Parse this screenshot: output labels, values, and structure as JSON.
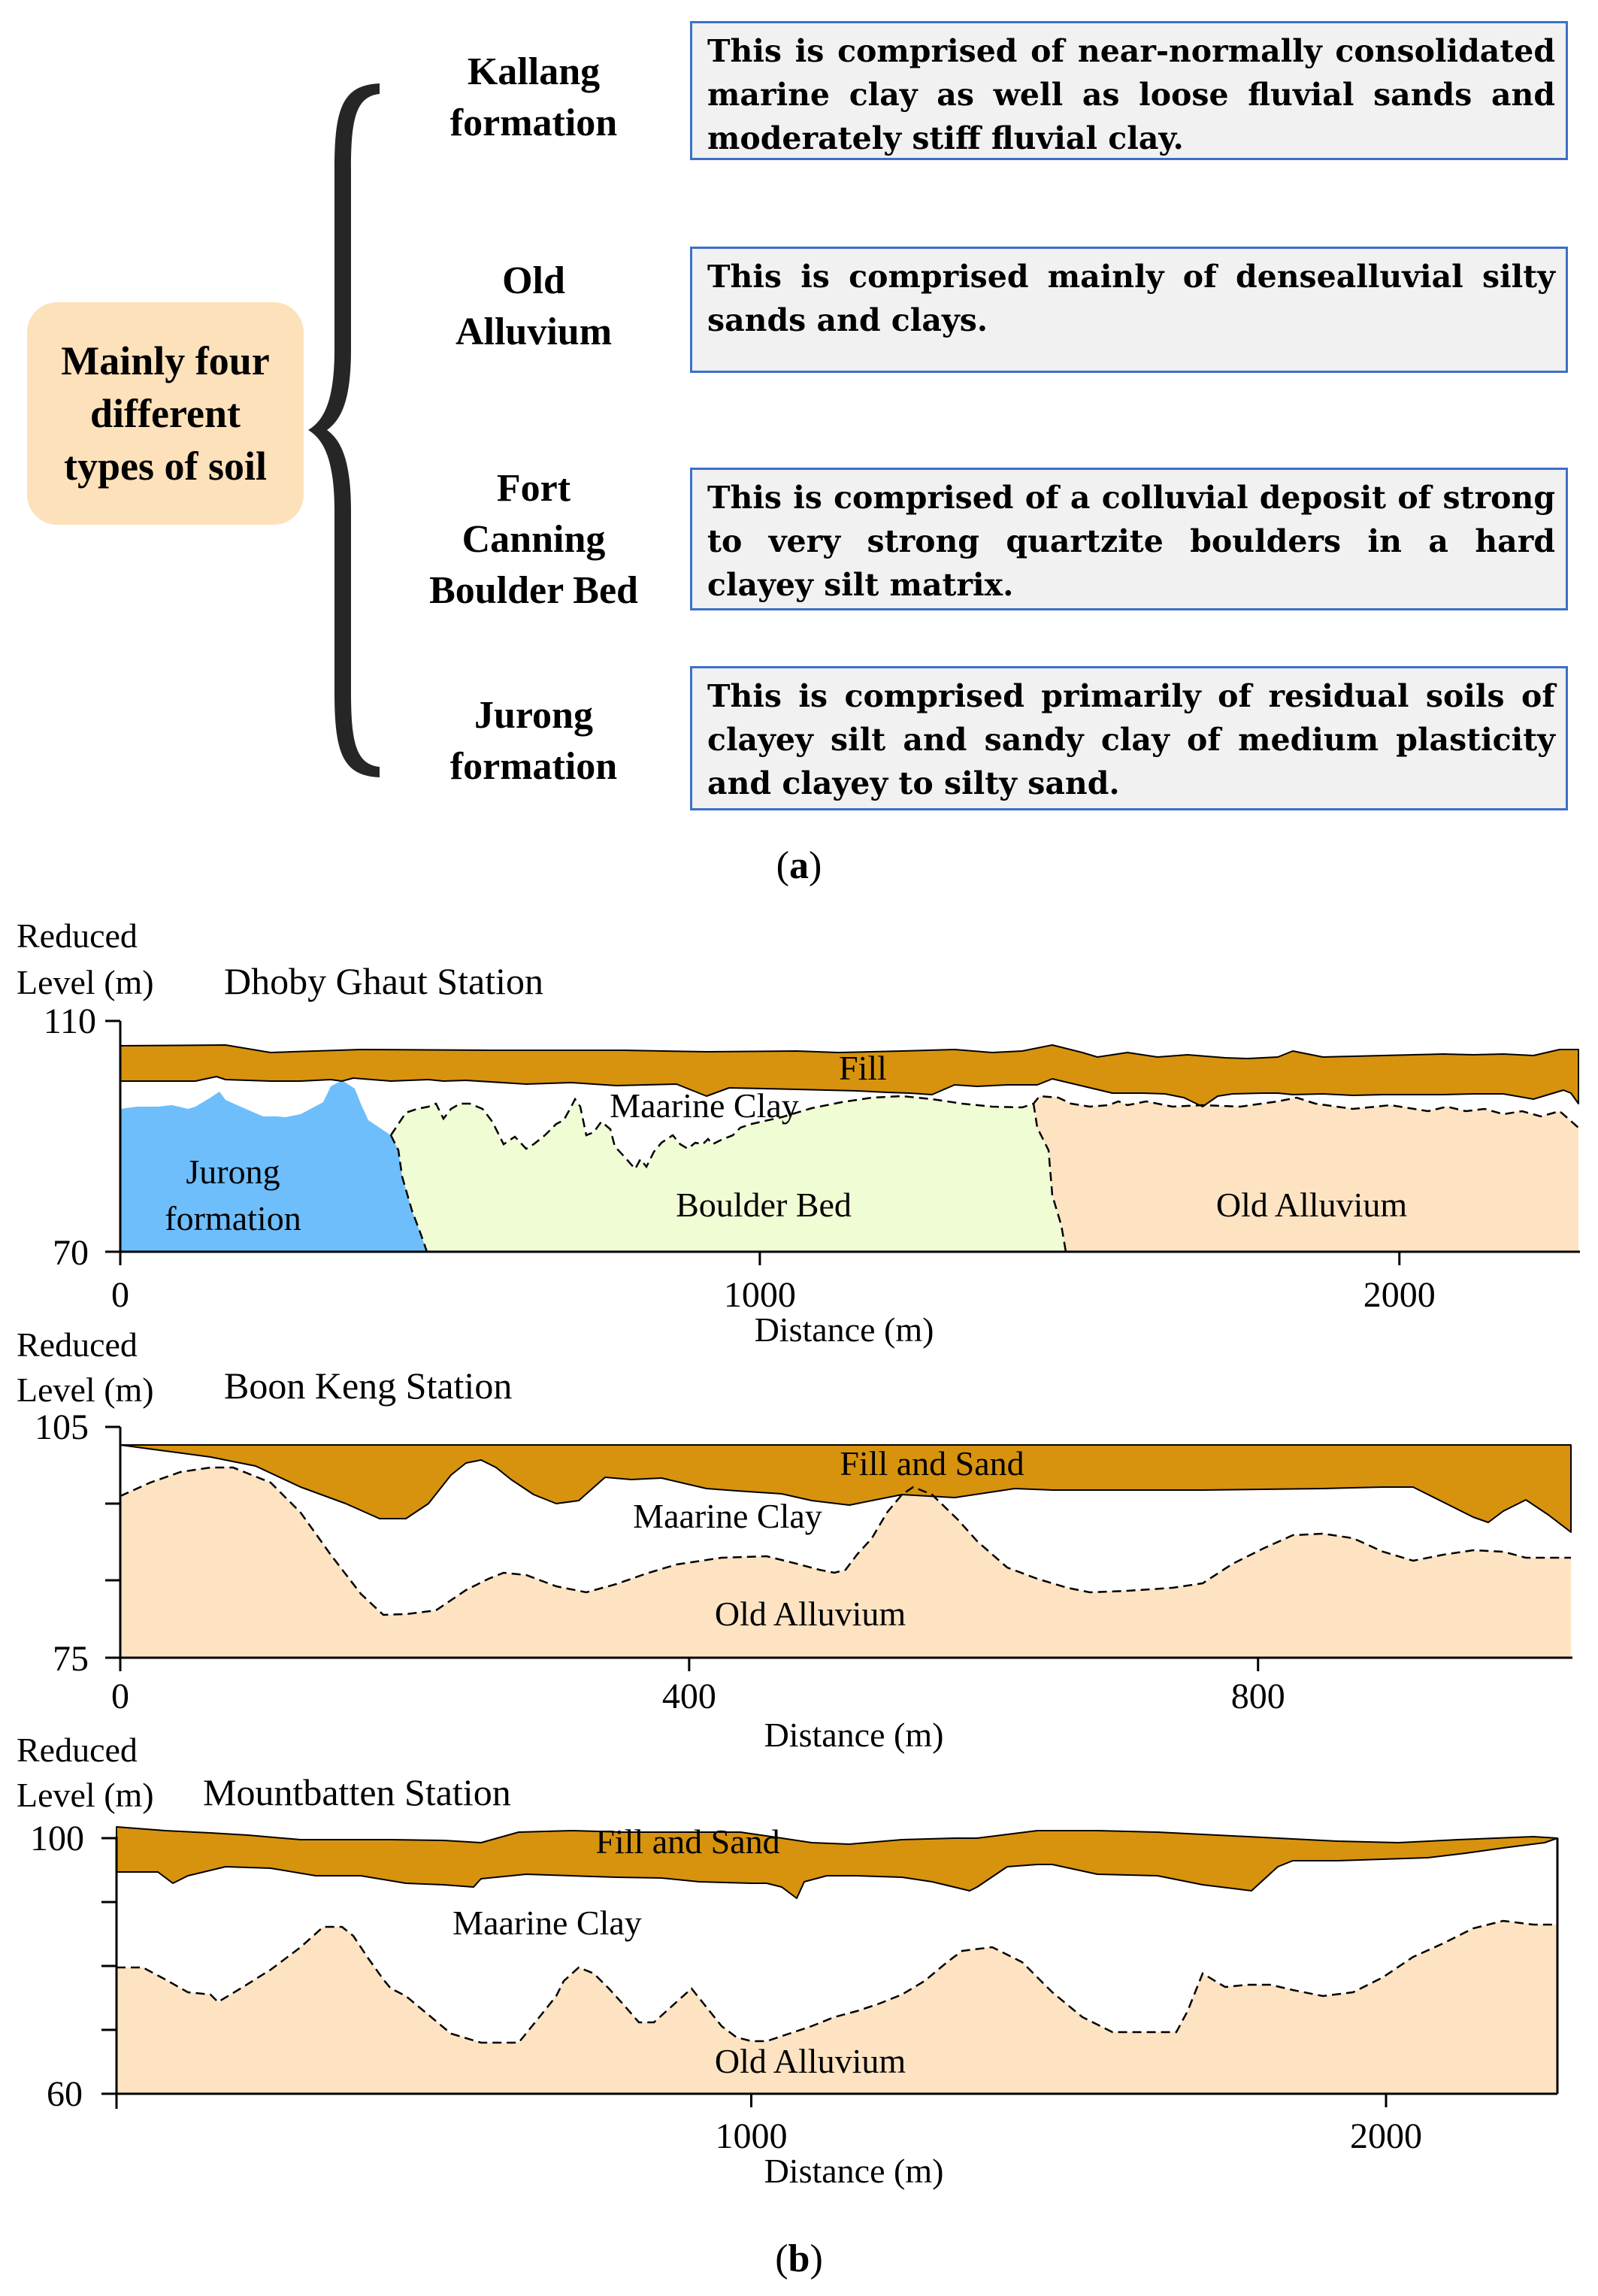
{
  "panel_a": {
    "central_label": [
      "Mainly four",
      "different",
      "types of soil"
    ],
    "formations": [
      {
        "name": [
          "Kallang",
          "formation"
        ],
        "description": "This is comprised of near-normally consolidated marine clay as well as loose fluvial sands and moderately stiff fluvial clay."
      },
      {
        "name": [
          "Old",
          "Alluvium"
        ],
        "description": "This is comprised mainly of densealluvial silty sands and clays."
      },
      {
        "name": [
          "Fort",
          "Canning",
          "Boulder Bed"
        ],
        "description": "This is comprised of a colluvial deposit of strong to very strong quartzite boulders in a hard clayey silt matrix."
      },
      {
        "name": [
          "Jurong",
          "formation"
        ],
        "description": "This is comprised primarily of residual soils of clayey silt and sandy clay of medium plasticity and clayey to silty sand."
      }
    ],
    "caption_letter": "a"
  },
  "panel_b": {
    "caption_letter": "b",
    "colors": {
      "fill": "#d7930e",
      "jurong": "#6ebefc",
      "boulder": "#f0fcd4",
      "alluvium": "#fde3c2",
      "marine_clay": "#ffffff"
    },
    "sections": [
      {
        "title": "Dhoby Ghaut Station",
        "ylabel": [
          "Reduced",
          "Level (m)"
        ],
        "xlabel": "Distance (m)",
        "ylim": [
          70,
          110
        ],
        "xlim": [
          0,
          2280
        ],
        "yticks": [
          "110",
          "70"
        ],
        "xticks": [
          {
            "value": 0,
            "label": "0"
          },
          {
            "value": 1000,
            "label": "1000"
          },
          {
            "value": 2000,
            "label": "2000"
          }
        ],
        "layer_labels": {
          "fill": "Fill",
          "clay": "Maarine Clay",
          "jurong": "Jurong formation",
          "boulder": "Boulder Bed",
          "alluvium": "Old Alluvium"
        }
      },
      {
        "title": "Boon Keng Station",
        "ylabel": [
          "Reduced",
          "Level (m)"
        ],
        "xlabel": "Distance (m)",
        "ylim": [
          75,
          105
        ],
        "xlim": [
          0,
          1020
        ],
        "yticks": [
          "105",
          "75"
        ],
        "xticks": [
          {
            "value": 0,
            "label": "0"
          },
          {
            "value": 400,
            "label": "400"
          },
          {
            "value": 800,
            "label": "800"
          }
        ],
        "layer_labels": {
          "fill": "Fill and Sand",
          "clay": "Maarine Clay",
          "alluvium": "Old Alluvium"
        }
      },
      {
        "title": "Mountbatten Station",
        "ylabel": [
          "Reduced",
          "Level (m)"
        ],
        "xlabel": "Distance (m)",
        "ylim": [
          60,
          100
        ],
        "xlim": [
          0,
          2270
        ],
        "yticks": [
          "100",
          "60"
        ],
        "xticks": [
          {
            "value": 1000,
            "label": "1000"
          },
          {
            "value": 2000,
            "label": "2000"
          }
        ],
        "layer_labels": {
          "fill": "Fill and Sand",
          "clay": "Maarine Clay",
          "alluvium": "Old Alluvium"
        }
      }
    ]
  }
}
